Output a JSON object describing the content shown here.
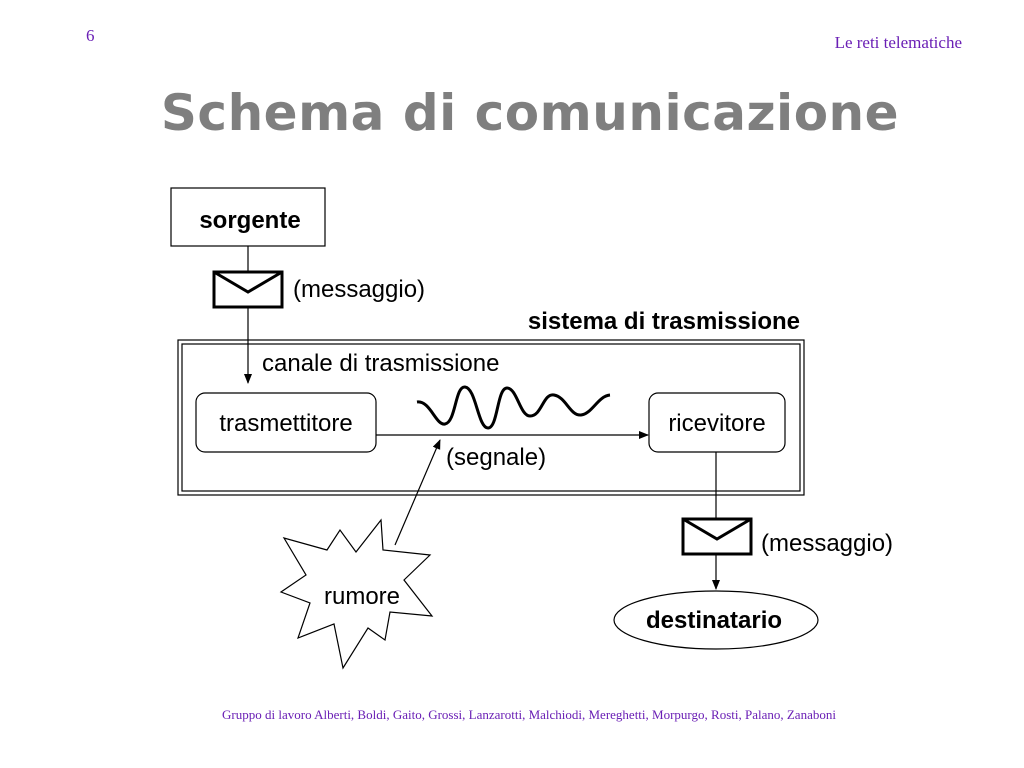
{
  "page_number": "6",
  "header_title": "Le reti telematiche",
  "title": "Schema di comunicazione",
  "diagram": {
    "source": "sorgente",
    "message_top": "(messaggio)",
    "system_label": "sistema di trasmissione",
    "channel_label": "canale di trasmissione",
    "transmitter": "trasmettitore",
    "receiver": "ricevitore",
    "signal": "(segnale)",
    "noise": "rumore",
    "message_bottom": "(messaggio)",
    "destination": "destinatario"
  },
  "footer": "Gruppo di lavoro Alberti, Boldi, Gaito, Grossi, Lanzarotti, Malchiodi, Mereghetti, Morpurgo, Rosti, Palano, Zanaboni"
}
